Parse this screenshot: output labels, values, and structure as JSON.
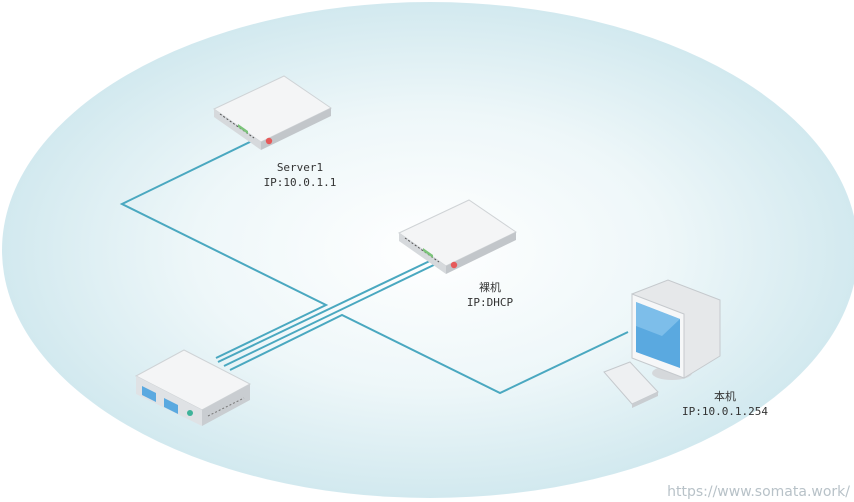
{
  "nodes": {
    "server1": {
      "name": "Server1",
      "ip": "IP:10.0.1.1"
    },
    "bare_machine": {
      "name": "裸机",
      "ip": "IP:DHCP"
    },
    "local_machine": {
      "name": "本机",
      "ip": "IP:10.0.1.254"
    },
    "switch": {
      "icon": "network-switch-icon"
    }
  },
  "links": [
    {
      "from": "server1",
      "to": "switch"
    },
    {
      "from": "bare_machine",
      "to": "switch"
    },
    {
      "from": "local_machine",
      "to": "switch"
    }
  ],
  "watermark": "https://www.somata.work/",
  "colors": {
    "network_area": "#d2e9ef",
    "link": "#4aa8c0",
    "device_body": "#e9ebed",
    "led_green": "#7cc47a",
    "led_red": "#e65a5a",
    "screen": "#5aa9e0"
  }
}
